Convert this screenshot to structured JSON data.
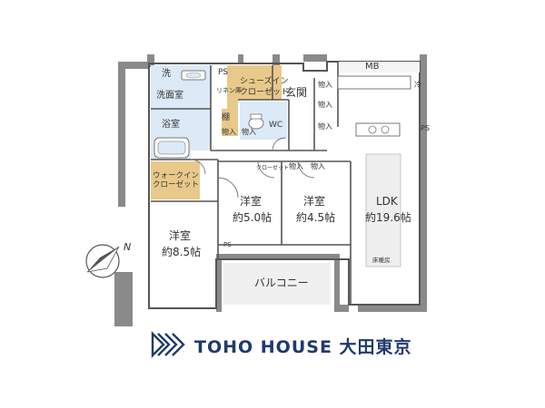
{
  "rooms": {
    "wash": "洗",
    "ps_top": "PS",
    "linen": "リネン庫",
    "shoes_in": "シューズイン",
    "closet_word": "クローゼット",
    "mb": "MB",
    "reizo": "冷",
    "genkan": "玄関",
    "storage": "物入",
    "senmen": "洗面室",
    "yokushitsu": "浴室",
    "tana": "棚",
    "wc": "WC",
    "ps_right": "PS",
    "walkin": "ウォークイン",
    "closet_small": "クローゼット",
    "yoshitsu": "洋室",
    "size_50": "約5.0帖",
    "size_45": "約4.5帖",
    "size_85": "約8.5帖",
    "ldk": "LDK",
    "size_196": "約19.6帖",
    "floor_heat": "床暖房",
    "ps_small": "PS",
    "balcony": "バルコニー"
  },
  "compass": {
    "north": "N"
  },
  "logo": {
    "text": "TOHO HOUSE 大田東京",
    "color": "#1f3a6e"
  }
}
